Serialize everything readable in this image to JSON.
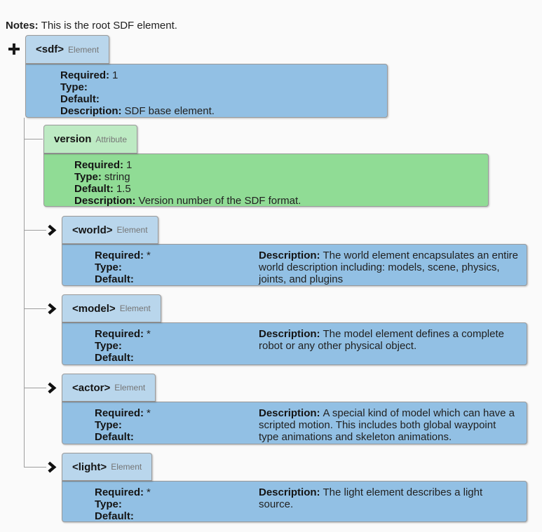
{
  "notes": {
    "label": "Notes:",
    "text": "This is the root SDF element."
  },
  "labels": {
    "required": "Required:",
    "type": "Type:",
    "default": "Default:",
    "description": "Description:"
  },
  "colors": {
    "element_tab": "#b9d6ec",
    "element_body": "#92c0e4",
    "attribute_tab": "#bdeac3",
    "attribute_body": "#90dc95",
    "connector": "#9e9e9e",
    "page_background": "#fafafa"
  },
  "icons": {
    "expand_root": "plus-icon",
    "expand_child": "chevron-right-icon"
  },
  "root": {
    "name": "<sdf>",
    "kind": "Element",
    "required": "1",
    "type": "",
    "default": "",
    "description": "SDF base element."
  },
  "attribute": {
    "name": "version",
    "kind": "Attribute",
    "required": "1",
    "type": "string",
    "default": "1.5",
    "description": "Version number of the SDF format."
  },
  "children": [
    {
      "name": "<world>",
      "kind": "Element",
      "required": "*",
      "type": "",
      "default": "",
      "description": "The world element encapsulates an entire world description including: models, scene, physics, joints, and plugins"
    },
    {
      "name": "<model>",
      "kind": "Element",
      "required": "*",
      "type": "",
      "default": "",
      "description": "The model element defines a complete robot or any other physical object."
    },
    {
      "name": "<actor>",
      "kind": "Element",
      "required": "*",
      "type": "",
      "default": "",
      "description": "A special kind of model which can have a scripted motion. This includes both global waypoint type animations and skeleton animations."
    },
    {
      "name": "<light>",
      "kind": "Element",
      "required": "*",
      "type": "",
      "default": "",
      "description": "The light element describes a light source."
    }
  ]
}
